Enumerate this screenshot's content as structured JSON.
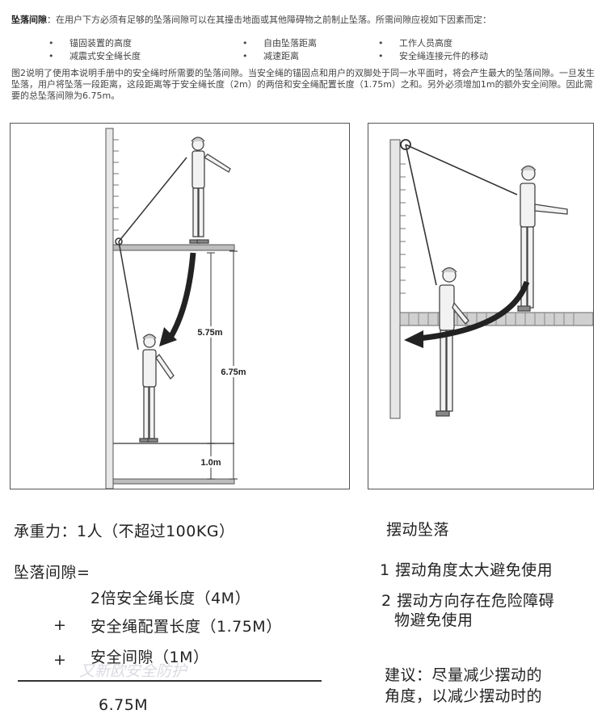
{
  "intro": {
    "label": "坠落间隙",
    "text": "：在用户下方必须有足够的坠落间隙可以在其撞击地面或其他障碍物之前制止坠落。所需间隙应视如下因素而定："
  },
  "factors": [
    "锚固装置的高度",
    "自由坠落距离",
    "工作人员高度",
    "减震式安全绳长度",
    "减速距离",
    "安全绳连接元件的移动"
  ],
  "explanation": "图2说明了使用本说明手册中的安全绳时所需要的坠落间隙。当安全绳的锚固点和用户的双脚处于同一水平面时，将会产生最大的坠落间隙。一旦发生坠落，用户将坠落一段距离，这段距离等于安全绳长度（2m）的两倍和安全绳配置长度（1.75m）之和。另外必须增加1m的额外安全间隙。因此需要的总坠落间隙为6.75m。",
  "figure_left": {
    "dim_fall": "5.75m",
    "dim_total": "6.75m",
    "dim_gap": "1.0m"
  },
  "load": "承重力：1人（不超过100KG）",
  "formula": {
    "title": "坠落间隙=",
    "line1": "2倍安全绳长度（4M）",
    "plus": "+",
    "line2": "安全绳配置长度（1.75M）",
    "line3": "安全间隙（1M）",
    "result": "6.75M"
  },
  "watermark": "又新欧安全防护",
  "swing": {
    "title": "摆动坠落",
    "item1": "1 摆动角度太大避免使用",
    "item2a": "2 摆动方向存在危险障碍",
    "item2b": "物避免使用",
    "advice1": "建议：尽量减少摆动的",
    "advice2": "角度，以减少摆动时的"
  }
}
